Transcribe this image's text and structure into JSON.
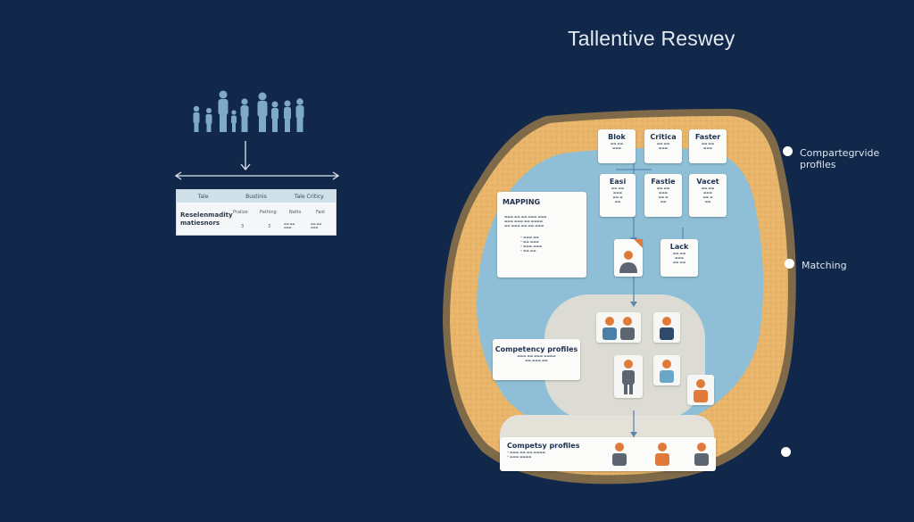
{
  "title": "Tallentive Reswey",
  "left_table": {
    "headers": [
      "Tale",
      "Bustinis",
      "Tale Criticy"
    ],
    "row_label": "Reselenmadity matiesnors",
    "cells": [
      "Pralize",
      "Pathing",
      "Natts",
      "Fast",
      "3",
      "3"
    ]
  },
  "side_items": [
    {
      "label": "Compartegrvide profiles"
    },
    {
      "label": "Matching"
    },
    {
      "label": ""
    }
  ],
  "cards": {
    "top": [
      {
        "title": "Blok"
      },
      {
        "title": "Critica"
      },
      {
        "title": "Faster"
      }
    ],
    "mid": [
      {
        "title": "Easi"
      },
      {
        "title": "Fastie"
      },
      {
        "title": "Vacet"
      }
    ],
    "mapping": {
      "title": "MAPPING"
    },
    "lack": {
      "title": "Lack"
    },
    "competency_inner": {
      "title": "Competency profiles"
    },
    "competency_bottom": {
      "title": "Competsy profiles"
    }
  },
  "colors": {
    "background": "#12284a",
    "outer_rim": "#7e6a49",
    "sand": "#e8b56b",
    "water": "#8fbfd6",
    "inner_island": "#dcdcd4",
    "arrow": "#5b86b0",
    "people": "#7fa9c9",
    "avatar_blue": "#4a7fa8",
    "avatar_orange": "#e07a3a",
    "avatar_gray": "#5d6570"
  }
}
